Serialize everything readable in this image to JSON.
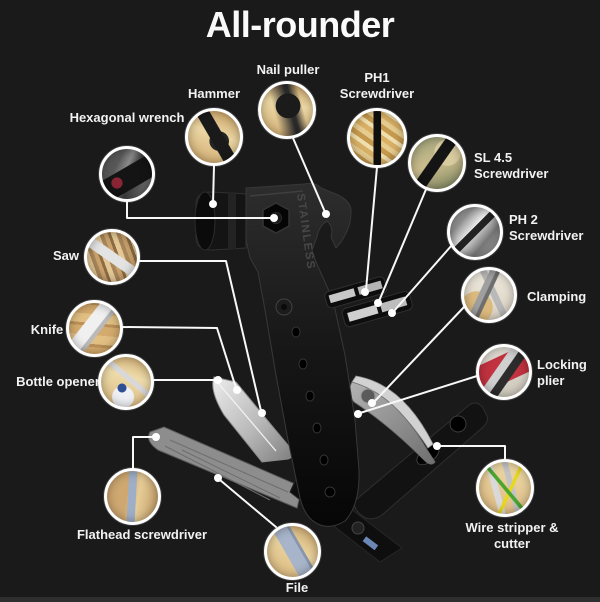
{
  "title": "All-rounder",
  "theme": {
    "background": "#1a1a1a",
    "line_color": "#f8f8f8",
    "label_color": "#f2f2f2",
    "circle_border": "#ffffff"
  },
  "product": {
    "name": "hammer-multitool",
    "engraving": "STAINLESS"
  },
  "callouts": [
    {
      "id": "hexagonal-wrench",
      "label": "Hexagonal wrench",
      "photo": "hexagonal-wrench-photo"
    },
    {
      "id": "hammer",
      "label": "Hammer",
      "photo": "hammer-on-wood-photo"
    },
    {
      "id": "nail-puller",
      "label": "Nail puller",
      "photo": "nail-puller-claw-photo"
    },
    {
      "id": "ph1-screwdriver",
      "label": "PH1 Screwdriver",
      "photo": "ph1-screwdriver-photo"
    },
    {
      "id": "sl45-screwdriver",
      "label": "SL 4.5 Screwdriver",
      "photo": "sl45-screwdriver-photo"
    },
    {
      "id": "ph2-screwdriver",
      "label": "PH 2 Screwdriver",
      "photo": "ph2-screwdriver-photo"
    },
    {
      "id": "clamping",
      "label": "Clamping",
      "photo": "clamping-pliers-photo"
    },
    {
      "id": "locking-plier",
      "label": "Locking plier",
      "photo": "locking-plier-photo"
    },
    {
      "id": "wire-stripper",
      "label": "Wire stripper & cutter",
      "photo": "wire-stripper-photo"
    },
    {
      "id": "file",
      "label": "File",
      "photo": "file-tool-photo"
    },
    {
      "id": "flathead",
      "label": "Flathead screwdriver",
      "photo": "flathead-screwdriver-photo"
    },
    {
      "id": "bottle-opener",
      "label": "Bottle opener",
      "photo": "bottle-opener-photo"
    },
    {
      "id": "knife",
      "label": "Knife",
      "photo": "knife-blade-photo"
    },
    {
      "id": "saw",
      "label": "Saw",
      "photo": "saw-blade-photo"
    }
  ]
}
